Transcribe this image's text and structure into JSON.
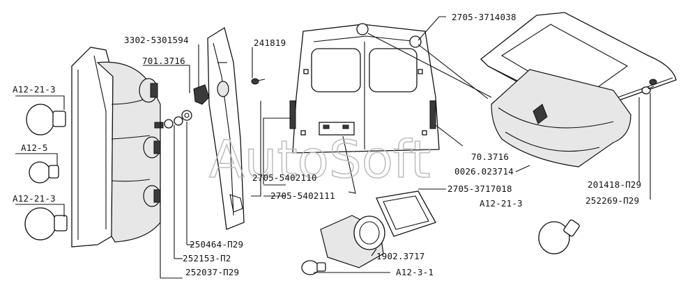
{
  "diagram": {
    "watermark": "AutoSoft",
    "part_labels": {
      "p1": "3302-5301594",
      "p2": "701.3716",
      "p3": "241819",
      "p4": "2705-3714038",
      "p5": "A12-21-3",
      "p6": "A12-5",
      "p7": "A12-21-3",
      "p8": "70.3716",
      "p9": "0026.023714",
      "p10": "2705-5402110",
      "p11": "2705-5402111",
      "p12": "2705-3717018",
      "p13": "201418-П29",
      "p14": "252269-П29",
      "p15": "A12-21-3",
      "p16": "250464-П29",
      "p17": "252153-П2",
      "p18": "252037-П29",
      "p19": "1902.3717",
      "p20": "A12-3-1"
    }
  }
}
